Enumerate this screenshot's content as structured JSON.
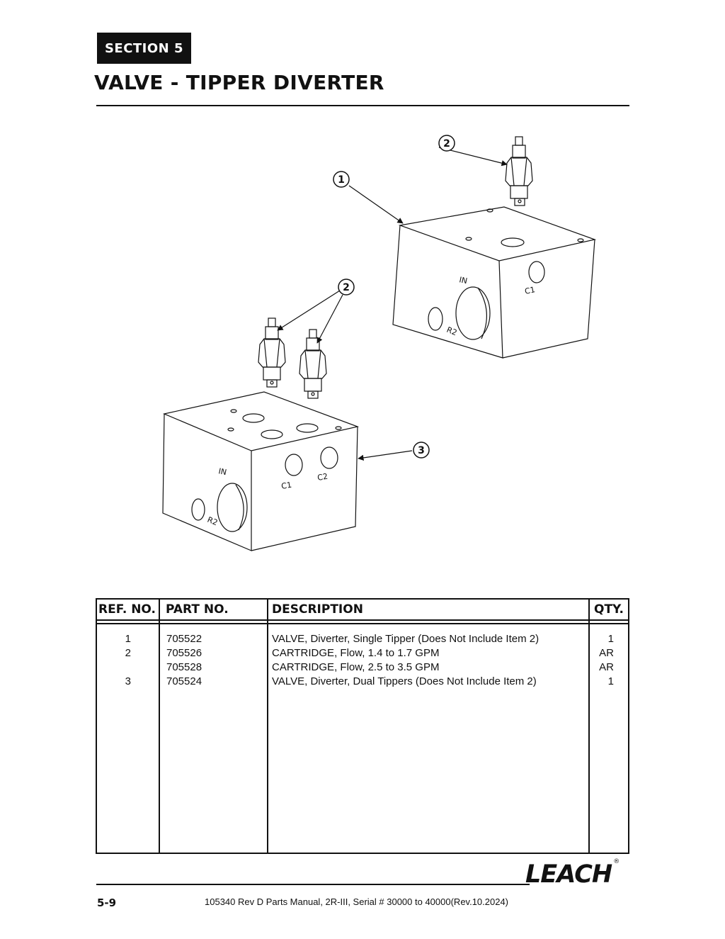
{
  "section_label": "SECTION 5",
  "title": "VALVE - TIPPER DIVERTER",
  "diagram": {
    "callouts": [
      "1",
      "2",
      "2",
      "3"
    ],
    "port_labels": {
      "block1": [
        "IN",
        "C1",
        "R2"
      ],
      "block3": [
        "IN",
        "C1",
        "C2",
        "R2"
      ]
    }
  },
  "table": {
    "headers": {
      "ref": "REF. NO.",
      "part": "PART NO.",
      "desc": "DESCRIPTION",
      "qty": "QTY."
    },
    "rows": [
      {
        "ref": "1",
        "part": "705522",
        "desc": "VALVE, Diverter, Single Tipper (Does Not Include Item 2)",
        "qty": "1"
      },
      {
        "ref": "2",
        "part": "705526",
        "desc": "CARTRIDGE, Flow, 1.4 to 1.7 GPM",
        "qty": "AR"
      },
      {
        "ref": "",
        "part": "705528",
        "desc": "CARTRIDGE, Flow, 2.5 to 3.5 GPM",
        "qty": "AR"
      },
      {
        "ref": "3",
        "part": "705524",
        "desc": "VALVE, Diverter, Dual Tippers (Does Not Include Item 2)",
        "qty": "1"
      }
    ]
  },
  "footer": {
    "page_number": "5-9",
    "manual_text": "105340 Rev D Parts Manual, 2R-III, Serial # 30000 to 40000(Rev.10.2024)",
    "logo": "LEACH",
    "logo_mark": "®"
  }
}
